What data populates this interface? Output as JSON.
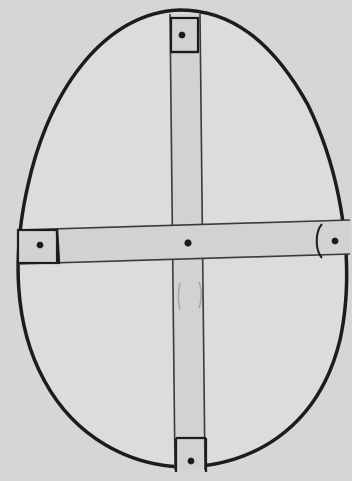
{
  "diagram": {
    "shape": "egg-outline",
    "structure": "vertical-and-horizontal-strips-crossing",
    "markers": [
      "top-square-dot",
      "left-square-dot",
      "center-dot",
      "right-end-dot",
      "bottom-square-dot"
    ],
    "colors": {
      "background": "#d6d6d6",
      "paper": "#dcdcdc",
      "ink": "#1c1c1c",
      "strip": "#d2d2d2"
    }
  }
}
